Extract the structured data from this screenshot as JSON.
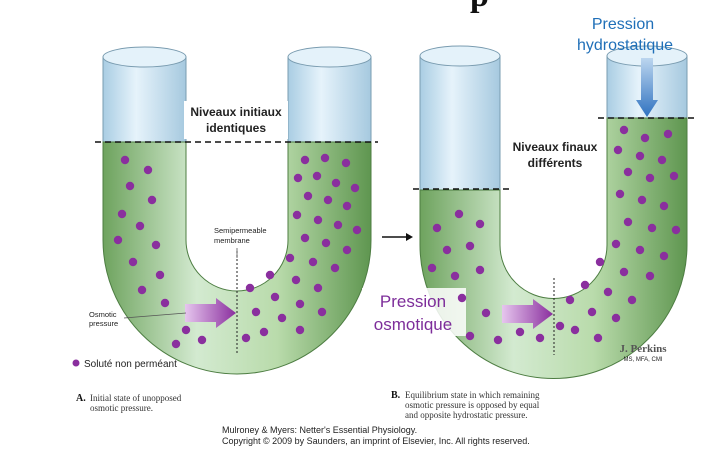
{
  "figure": {
    "partial_title": "p",
    "panel_a": {
      "top_label_line1": "Niveaux initiaux",
      "top_label_line2": "identiques",
      "membrane_line1": "Semipermeable",
      "membrane_line2": "membrane",
      "osmotic_line1": "Osmotic",
      "osmotic_line2": "pressure",
      "legend": "Soluté non perméant",
      "caption_letter": "A.",
      "caption_line1": "Initial state of unopposed",
      "caption_line2": "osmotic pressure."
    },
    "panel_b": {
      "hydro_line1": "Pression",
      "hydro_line2": "hydrostatique",
      "final_line1": "Niveaux finaux",
      "final_line2": "différents",
      "osmo_line1": "Pression",
      "osmo_line2": "osmotique",
      "signature": "J. Perkins",
      "signature_sub": "MS, MFA, CMI",
      "caption_letter": "B.",
      "caption_line1": "Equilibrium state in which remaining",
      "caption_line2": "osmotic pressure is opposed by equal",
      "caption_line3": "and opposite hydrostatic pressure."
    },
    "credit_line1": "Mulroney & Myers: Netter's Essential Physiology.",
    "credit_line2": "Copyright © 2009 by Saunders, an imprint of Elsevier, Inc. All rights reserved.",
    "colors": {
      "tube_empty": "#cfe6f4",
      "tube_outline": "#7a9cb0",
      "liquid": "#7fb26e",
      "liquid_light": "#c7e2b4",
      "solute": "#8a2f9e",
      "blue_text": "#1f6fb8",
      "purple_text": "#7d2d9a"
    }
  }
}
